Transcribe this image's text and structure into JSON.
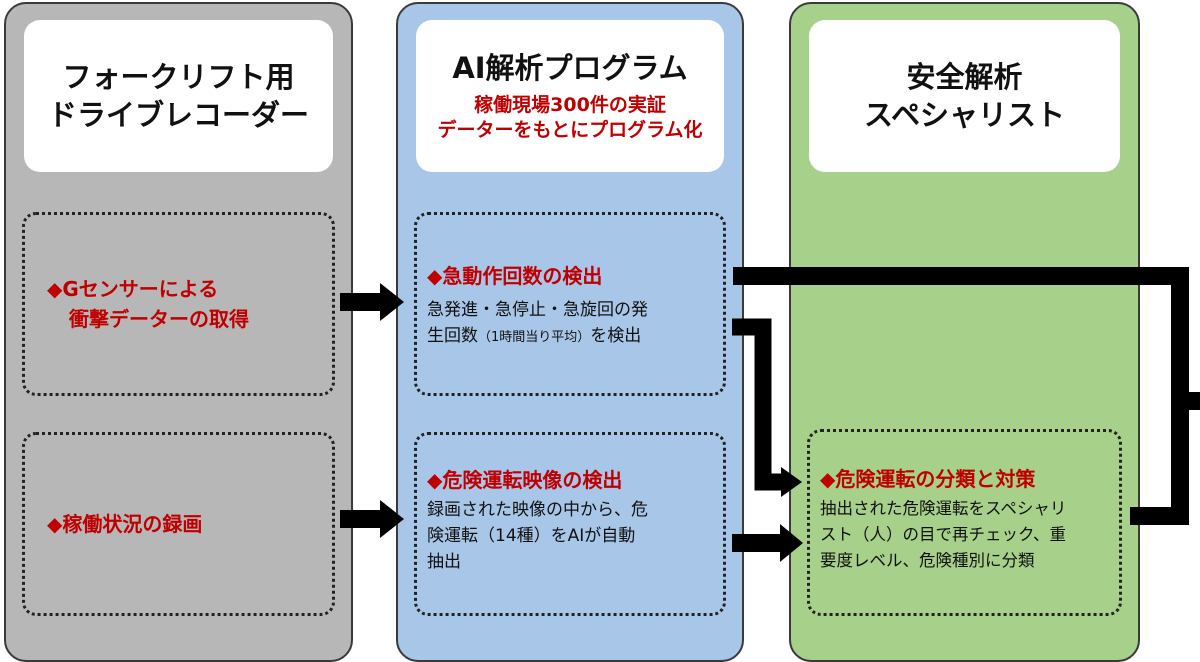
{
  "colors": {
    "gray_column": "#b7b7b7",
    "blue_column": "#a8c6e8",
    "green_column": "#a7d08a",
    "highlight_red": "#c00000",
    "arrow_black": "#000000"
  },
  "columns": {
    "drive_recorder": {
      "title_line1": "フォークリフト用",
      "title_line2": "ドライブレコーダー",
      "box1": {
        "line1": "◆Gセンサーによる",
        "line2": "衝撃データーの取得"
      },
      "box2": {
        "line1": "◆稼働状況の録画"
      }
    },
    "ai_program": {
      "title": "AI解析プログラム",
      "subtitle_line1": "稼働現場300件の実証",
      "subtitle_line2": "データーをもとにプログラム化",
      "box1": {
        "heading": "◆急動作回数の検出",
        "body_line1": "急発進・急停止・急旋回の発",
        "body_line2_a": "生回数",
        "body_line2_small": "（1時間当り平均）",
        "body_line2_b": "を検出"
      },
      "box2": {
        "heading": "◆危険運転映像の検出",
        "body_line1": "録画された映像の中から、危",
        "body_line2": "険運転（14種）をAIが自動",
        "body_line3": "抽出"
      }
    },
    "safety_specialist": {
      "title_line1": "安全解析",
      "title_line2": "スペシャリスト",
      "box1": {
        "heading": "◆危険運転の分類と対策",
        "body_line1": "抽出された危険運転をスペシャリ",
        "body_line2": "スト（人）の目で再チェック、重",
        "body_line3": "要度レベル、危険種別に分類"
      }
    }
  }
}
